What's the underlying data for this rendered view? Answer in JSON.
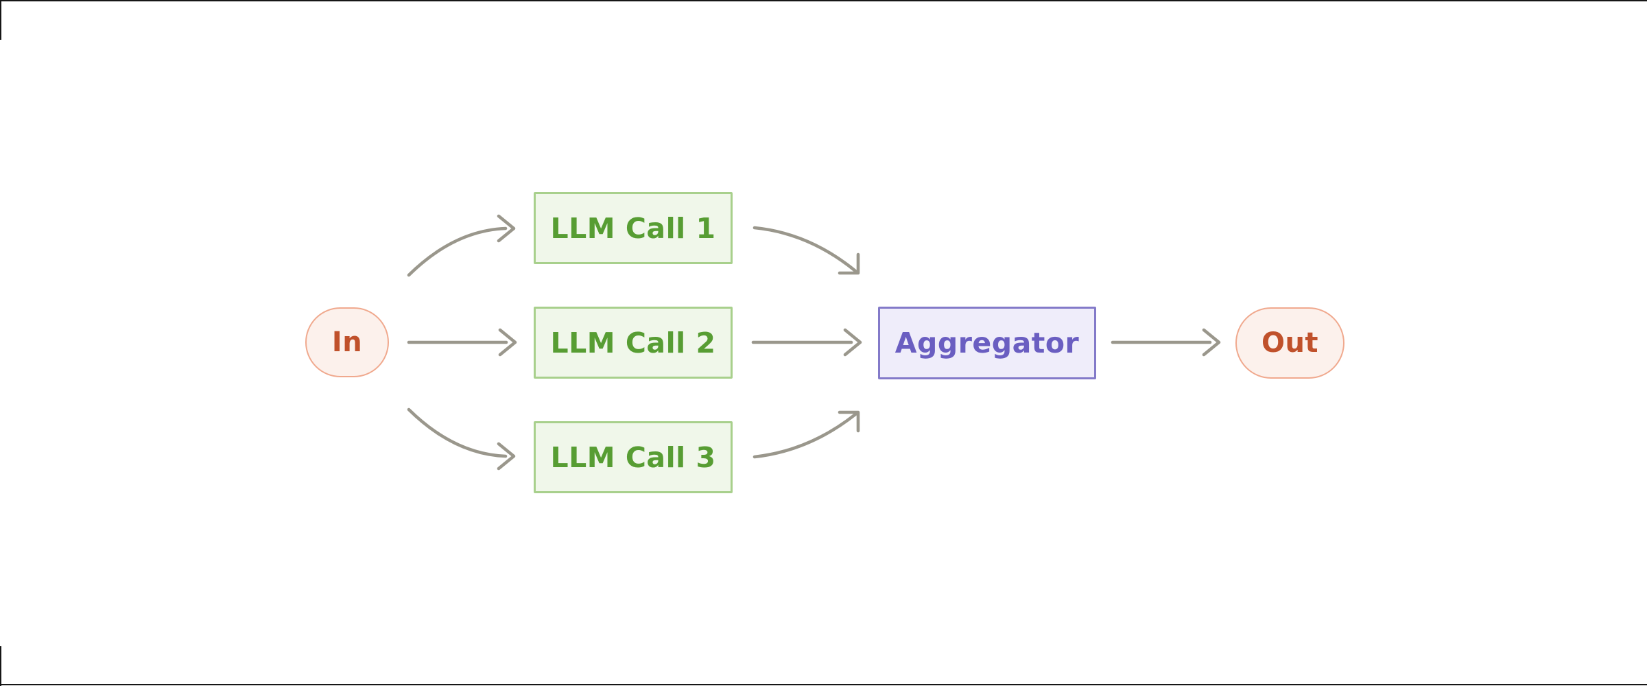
{
  "diagram": {
    "title": "Parallelization workflow diagram",
    "nodes": {
      "input": {
        "label": "In"
      },
      "llm_calls": [
        {
          "label": "LLM Call 1"
        },
        {
          "label": "LLM Call 2"
        },
        {
          "label": "LLM Call 3"
        }
      ],
      "aggregator": {
        "label": "Aggregator"
      },
      "output": {
        "label": "Out"
      }
    },
    "edges": [
      "In -> LLM Call 1",
      "In -> LLM Call 2",
      "In -> LLM Call 3",
      "LLM Call 1 -> Aggregator",
      "LLM Call 2 -> Aggregator",
      "LLM Call 3 -> Aggregator",
      "Aggregator -> Out"
    ]
  },
  "palette": {
    "canvas_bg": "#ffffff",
    "edge_line": "#161616",
    "arrow": "#9a978c",
    "terminal_fill": "#fcf1ec",
    "terminal_border": "#f0a98e",
    "terminal_text": "#c0512b",
    "llm_fill": "#f0f7ea",
    "llm_border": "#a8d08c",
    "llm_text": "#579d33",
    "aggregator_fill": "#efedfa",
    "aggregator_border": "#837ac9",
    "aggregator_text": "#6a5ec1"
  }
}
